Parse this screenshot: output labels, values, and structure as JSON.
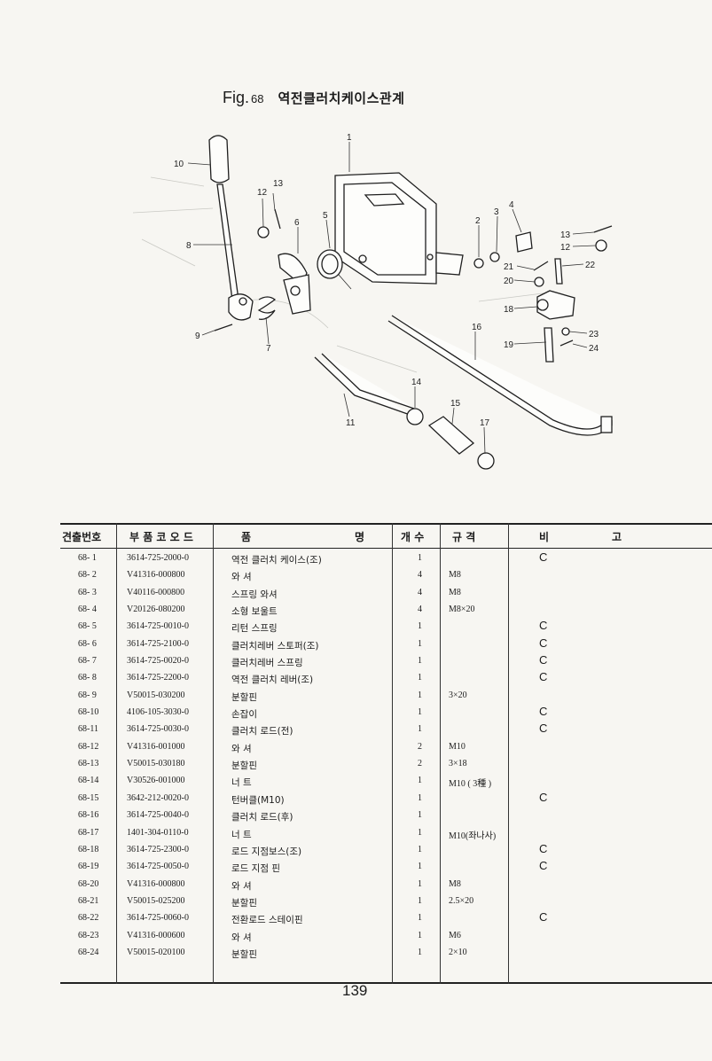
{
  "figure": {
    "label": "Fig.",
    "number": "68",
    "title": "역전클러치케이스관계",
    "callouts": [
      "1",
      "2",
      "3",
      "4",
      "5",
      "6",
      "7",
      "8",
      "9",
      "10",
      "11",
      "12",
      "13",
      "14",
      "15",
      "16",
      "17",
      "18",
      "19",
      "20",
      "21",
      "22",
      "23",
      "24",
      "13",
      "12"
    ]
  },
  "table": {
    "headers": {
      "index": "견출번호",
      "code": "부 품 코 오 드",
      "name_a": "품",
      "name_b": "명",
      "qty": "개 수",
      "spec": "규 격",
      "note_a": "비",
      "note_b": "고"
    },
    "rows": [
      {
        "index": "68- 1",
        "code": "3614-725-2000-0",
        "name": "역전 클러치 케이스(조)",
        "qty": "1",
        "spec": "",
        "note": "C"
      },
      {
        "index": "68- 2",
        "code": "V41316-000800",
        "name": "와 셔",
        "qty": "4",
        "spec": "M8",
        "note": ""
      },
      {
        "index": "68- 3",
        "code": "V40116-000800",
        "name": "스프링 와셔",
        "qty": "4",
        "spec": "M8",
        "note": ""
      },
      {
        "index": "68- 4",
        "code": "V20126-080200",
        "name": "소형 보울트",
        "qty": "4",
        "spec": "M8×20",
        "note": ""
      },
      {
        "index": "68- 5",
        "code": "3614-725-0010-0",
        "name": "리턴 스프링",
        "qty": "1",
        "spec": "",
        "note": "C"
      },
      {
        "index": "68- 6",
        "code": "3614-725-2100-0",
        "name": "클러치레버 스토퍼(조)",
        "qty": "1",
        "spec": "",
        "note": "C"
      },
      {
        "index": "68- 7",
        "code": "3614-725-0020-0",
        "name": "클러치레버 스프링",
        "qty": "1",
        "spec": "",
        "note": "C"
      },
      {
        "index": "68- 8",
        "code": "3614-725-2200-0",
        "name": "역전 클러치 레버(조)",
        "qty": "1",
        "spec": "",
        "note": "C"
      },
      {
        "index": "68- 9",
        "code": "V50015-030200",
        "name": "분할핀",
        "qty": "1",
        "spec": "3×20",
        "note": ""
      },
      {
        "index": "68-10",
        "code": "4106-105-3030-0",
        "name": "손잡이",
        "qty": "1",
        "spec": "",
        "note": "C"
      },
      {
        "index": "68-11",
        "code": "3614-725-0030-0",
        "name": "클러치 로드(전)",
        "qty": "1",
        "spec": "",
        "note": "C"
      },
      {
        "index": "68-12",
        "code": "V41316-001000",
        "name": "와 셔",
        "qty": "2",
        "spec": "M10",
        "note": ""
      },
      {
        "index": "68-13",
        "code": "V50015-030180",
        "name": "분할핀",
        "qty": "2",
        "spec": "3×18",
        "note": ""
      },
      {
        "index": "68-14",
        "code": "V30526-001000",
        "name": "너 트",
        "qty": "1",
        "spec": "M10 ( 3種 )",
        "note": ""
      },
      {
        "index": "68-15",
        "code": "3642-212-0020-0",
        "name": "턴버클(M10)",
        "qty": "1",
        "spec": "",
        "note": "C"
      },
      {
        "index": "68-16",
        "code": "3614-725-0040-0",
        "name": "클러치 로드(후)",
        "qty": "1",
        "spec": "",
        "note": ""
      },
      {
        "index": "68-17",
        "code": "1401-304-0110-0",
        "name": "너 트",
        "qty": "1",
        "spec": "M10(좌나사)",
        "note": ""
      },
      {
        "index": "68-18",
        "code": "3614-725-2300-0",
        "name": "로드 지점보스(조)",
        "qty": "1",
        "spec": "",
        "note": "C"
      },
      {
        "index": "68-19",
        "code": "3614-725-0050-0",
        "name": "로드 지점 핀",
        "qty": "1",
        "spec": "",
        "note": "C"
      },
      {
        "index": "68-20",
        "code": "V41316-000800",
        "name": "와 셔",
        "qty": "1",
        "spec": "M8",
        "note": ""
      },
      {
        "index": "68-21",
        "code": "V50015-025200",
        "name": "분할핀",
        "qty": "1",
        "spec": "2.5×20",
        "note": ""
      },
      {
        "index": "68-22",
        "code": "3614-725-0060-0",
        "name": "전환로드 스테이핀",
        "qty": "1",
        "spec": "",
        "note": "C"
      },
      {
        "index": "68-23",
        "code": "V41316-000600",
        "name": "와 셔",
        "qty": "1",
        "spec": "M6",
        "note": ""
      },
      {
        "index": "68-24",
        "code": "V50015-020100",
        "name": "분할핀",
        "qty": "1",
        "spec": "2×10",
        "note": ""
      }
    ]
  },
  "page_number": "139"
}
